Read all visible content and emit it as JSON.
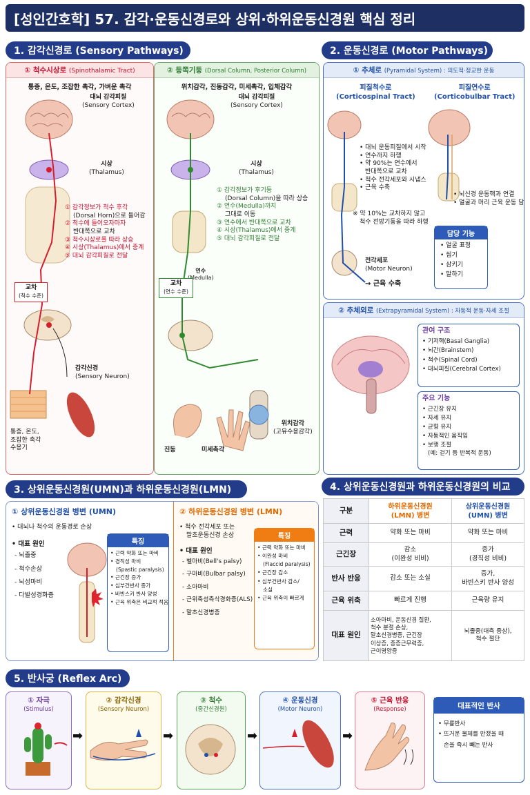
{
  "title": "[성인간호학] 57. 감각·운동신경로와 상위·하위운동신경원 핵심 정리",
  "s1": {
    "heading": "1. 감각신경로 (Sensory Pathways)",
    "st": {
      "title": "① 척수시상로",
      "title_en": "(Spinothalamic Tract)",
      "desc": "통증, 온도, 조잡한 촉각, 가벼운 촉각",
      "cortex": "대뇌 감각피질",
      "cortex_en": "(Sensory Cortex)",
      "thal": "시상",
      "thal_en": "(Thalamus)",
      "steps": [
        "① 감각정보가 척수 후각",
        "(Dorsal Horn)으로 들어감",
        "② 척수에 들어오자마자",
        "반대쪽으로 교차",
        "③ 척수시상로를 따라 상승",
        "④ 시상(Thalamus)에서 중계",
        "⑤ 대뇌 감각피질로 전달"
      ],
      "cross": "교차",
      "cross_sub": "(척수 수준)",
      "neuron": "감각신경",
      "neuron_en": "(Sensory Neuron)",
      "recep": [
        "통증, 온도,",
        "조잡한 촉각",
        "수용기"
      ]
    },
    "dc": {
      "title": "② 등쪽기둥",
      "title_en": "(Dorsal Column, Posterior Column)",
      "desc": "위치감각, 진동감각, 미세촉각, 입체감각",
      "cortex": "대뇌 감각피질",
      "cortex_en": "(Sensory Cortex)",
      "thal": "시상",
      "thal_en": "(Thalamus)",
      "steps": [
        "① 감각정보가 후기둥",
        "(Dorsal Column)을 따라 상승",
        "② 연수(Medulla)까지",
        "그대로 이동",
        "③ 연수에서 반대쪽으로 교차",
        "④ 시상(Thalamus)에서 중계",
        "⑤ 대뇌 감각피질로 전달"
      ],
      "medulla": "연수",
      "medulla_en": "(Medulla)",
      "cross": "교차",
      "cross_sub": "(연수 수준)",
      "r1": "진동",
      "r2": "미세촉각",
      "r3": "위치감각",
      "r3_sub": "(고유수용감각)"
    }
  },
  "s2": {
    "heading": "2. 운동신경로 (Motor Pathways)",
    "pyr": {
      "title": "① 추체로",
      "title_en": "(Pyramidal System) : 의도적·정교한 운동",
      "cs": "피질척수로",
      "cs_en": "(Corticospinal Tract)",
      "cb": "피질연수로",
      "cb_en": "(Corticobulbar Tract)",
      "cs_items": [
        "대뇌 운동피질에서 시작",
        "연수까지 하행",
        "약 90%는 연수에서",
        "반대쪽으로 교차",
        "척수 전각세포와 시냅스",
        "근육 수축"
      ],
      "cs_note": [
        "※ 약 10%는 교차하지 않고",
        "척수 전방기둥을 따라 하행"
      ],
      "ant": "전각세포",
      "ant_en": "(Motor Neuron)",
      "contract": "→ 근육 수축",
      "cb_items": [
        "뇌신경 운동핵과 연결",
        "얼굴과 머리 근육 운동 담당"
      ],
      "role_title": "담당 기능",
      "roles": [
        "얼굴 표정",
        "씹기",
        "삼키기",
        "말하기"
      ]
    },
    "ext": {
      "title": "② 추체외로",
      "title_en": "(Extrapyramidal System) : 자동적 운동·자세 조절",
      "struct_title": "관여 구조",
      "structs": [
        "기저핵(Basal Ganglia)",
        "뇌간(Brainstem)",
        "척수(Spinal Cord)",
        "대뇌피질(Cerebral Cortex)"
      ],
      "func_title": "주요 기능",
      "funcs": [
        "근긴장 유지",
        "자세 유지",
        "균형 유지",
        "자동적인 움직임",
        "보행 조절"
      ],
      "func_note": "(예: 걷기 등 반복적 운동)"
    }
  },
  "s3": {
    "heading": "3. 상위운동신경원(UMN)과 하위운동신경원(LMN)",
    "umn": {
      "title": "① 상위운동신경원 병변 (UMN)",
      "intro": "대뇌나 척수의 운동경로 손상",
      "cause_title": "대표 원인",
      "causes": [
        "뇌졸중",
        "척수손상",
        "뇌성마비",
        "다발성경화증"
      ],
      "feat_title": "특징",
      "feats": [
        "근력 약화 또는 마비",
        "경직성 마비",
        "(Spastic paralysis)",
        "근긴장 증가",
        "심부건반사 증가",
        "바빈스키 반사 양성",
        "근육 위축은 비교적 적음"
      ]
    },
    "lmn": {
      "title": "② 하위운동신경원 병변 (LMN)",
      "intro": [
        "척수 전각세포 또는",
        "말초운동신경 손상"
      ],
      "cause_title": "대표 원인",
      "causes": [
        "벨마비(Bell's palsy)",
        "구마비(Bulbar palsy)",
        "소아마비",
        "근위축성측삭경화증(ALS)",
        "말초신경병증"
      ],
      "feat_title": "특징",
      "feats": [
        "근력 약화 또는 마비",
        "이완성 마비",
        "(Flaccid paralysis)",
        "근긴장 감소",
        "심부건반사 감소/",
        "소실",
        "근육 위축이 빠르게"
      ]
    }
  },
  "s4": {
    "heading": "4. 상위운동신경원과 하위운동신경원의 비교",
    "h0": "구분",
    "h1": [
      "하위운동신경원",
      "(LMN) 병변"
    ],
    "h2": [
      "상위운동신경원",
      "(UMN) 병변"
    ],
    "rows": [
      {
        "k": "근력",
        "l": [
          "약화 또는 마비"
        ],
        "u": [
          "약화 또는 마비"
        ]
      },
      {
        "k": "근긴장",
        "l": [
          "감소",
          "(이완성 비비)"
        ],
        "u": [
          "증가",
          "(경직성 비비)"
        ]
      },
      {
        "k": "반사 반응",
        "l": [
          "감소 또는 소실"
        ],
        "u": [
          "증가,",
          "바빈스키 반사 양성"
        ]
      },
      {
        "k": "근육 위축",
        "l": [
          "빠르게 진행"
        ],
        "u": [
          "근육량 유지"
        ]
      },
      {
        "k": "대표 원인",
        "l": [
          "소아마비, 운동신경 질환,",
          "척수 분절 손상,",
          "말초신경병증, 근긴장",
          "이상증, 중증근무력증,",
          "근이영양증"
        ],
        "u": [
          "뇌졸중(대측 증상),",
          "척수 절단"
        ]
      }
    ]
  },
  "s5": {
    "heading": "5. 반사궁 (Reflex Arc)",
    "steps": [
      {
        "t": "① 자극",
        "e": "(Stimulus)"
      },
      {
        "t": "② 감각신경",
        "e": "(Sensory Neuron)"
      },
      {
        "t": "③ 척수",
        "e": "(중간신경원)"
      },
      {
        "t": "④ 운동신경",
        "e": "(Motor Neuron)"
      },
      {
        "t": "⑤ 근육 반응",
        "e": "(Response)"
      }
    ],
    "ex_title": "대표적인 반사",
    "ex": [
      "무릎반사",
      "뜨거운 물체를 만졌을 때",
      "손을 즉시 빼는 반사"
    ]
  }
}
